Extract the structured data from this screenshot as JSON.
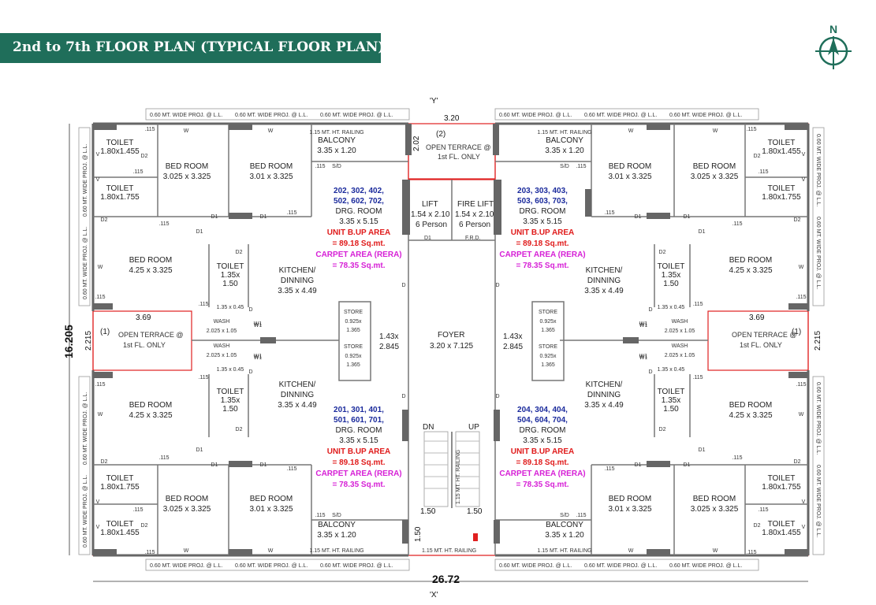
{
  "title": "2nd to 7th FLOOR PLAN (TYPICAL FLOOR PLAN)",
  "compass_label": "N",
  "section_marks": {
    "top": "'Y'",
    "bottom": "'X'"
  },
  "overall_dims": {
    "width": "26.72",
    "height": "16.205",
    "terrace_side": "2.215",
    "terrace_top_width": "3.20",
    "terrace_top_height": "2.02"
  },
  "projection_label": "0.60 MT. WIDE PROJ. @ L.L.",
  "railing_label": "1.15 MT. HT. RAILING",
  "staircase": {
    "dn": "DN",
    "up": "UP",
    "railing": "1.15 MT. HT. RAILING",
    "dim_left": "1.50",
    "dim_right": "1.50",
    "dim_vertical": "1.50"
  },
  "rooms": {
    "open_terrace_top": {
      "num": "(2)",
      "name": "OPEN TERRACE @",
      "sub": "1st FL. ONLY"
    },
    "open_terrace_left": {
      "num": "(1)",
      "name": "OPEN TERRACE @",
      "sub": "1st FL. ONLY",
      "dim": "3.69"
    },
    "open_terrace_right": {
      "num": "(1)",
      "name": "OPEN TERRACE @",
      "sub": "1st FL. ONLY",
      "dim": "3.69"
    },
    "lift": {
      "name": "LIFT",
      "size": "1.54 x 2.10",
      "cap": "6 Person",
      "door": "D1"
    },
    "fire_lift": {
      "name": "FIRE LIFT",
      "size": "1.54 x 2.10",
      "cap": "6 Person",
      "door": "F.R.D."
    },
    "foyer": {
      "name": "FOYER",
      "size": "3.20 x 7.125"
    },
    "passage_left": {
      "size1": "1.43x",
      "size2": "2.845"
    },
    "passage_right": {
      "size1": "1.43x",
      "size2": "2.845"
    }
  },
  "units": [
    {
      "pos": "top-left",
      "nums1": "202, 302, 402,",
      "nums2": "502, 602, 702,",
      "drg": "DRG. ROOM",
      "drg_size": "3.35 x 5.15",
      "bup_label": "UNIT B.UP AREA",
      "bup_value": "= 89.18 Sq.mt.",
      "carpet_label": "CARPET AREA (RERA)",
      "carpet_value": "= 78.35 Sq.mt.",
      "balcony": "BALCONY",
      "balcony_size": "3.35 x 1.20",
      "kitchen1": "KITCHEN/",
      "kitchen2": "DINNING",
      "kitchen_size": "3.35 x 4.49",
      "bed1": "BED ROOM",
      "bed1_size": "3.025 x 3.325",
      "bed2": "BED ROOM",
      "bed2_size": "3.01 x 3.325",
      "bed3": "BED ROOM",
      "bed3_size": "4.25 x 3.325",
      "toilet1": "TOILET",
      "toilet1_size": "1.80x1.455",
      "toilet2": "TOILET",
      "toilet2_size": "1.80x1.755",
      "toilet3": "TOILET",
      "toilet3_size1": "1.35x",
      "toilet3_size2": "1.50",
      "wash": "WASH",
      "wash_size": "2.025 x 1.05",
      "store": "STORE",
      "store_size1": "0.925x",
      "store_size2": "1.365",
      "wash_pass": "1.35 x 0.45"
    },
    {
      "pos": "top-right",
      "nums1": "203, 303, 403,",
      "nums2": "503, 603, 703,",
      "drg": "DRG. ROOM",
      "drg_size": "3.35 x 5.15",
      "bup_label": "UNIT B.UP AREA",
      "bup_value": "= 89.18 Sq.mt.",
      "carpet_label": "CARPET AREA (RERA)",
      "carpet_value": "= 78.35 Sq.mt.",
      "balcony": "BALCONY",
      "balcony_size": "3.35 x 1.20",
      "kitchen1": "KITCHEN/",
      "kitchen2": "DINNING",
      "kitchen_size": "3.35 x 4.49",
      "bed1": "BED ROOM",
      "bed1_size": "3.025 x 3.325",
      "bed2": "BED ROOM",
      "bed2_size": "3.01 x 3.325",
      "bed3": "BED ROOM",
      "bed3_size": "4.25 x 3.325",
      "toilet1": "TOILET",
      "toilet1_size": "1.80x1.455",
      "toilet2": "TOILET",
      "toilet2_size": "1.80x1.755",
      "toilet3": "TOILET",
      "toilet3_size1": "1.35x",
      "toilet3_size2": "1.50",
      "wash": "WASH",
      "wash_size": "2.025 x 1.05",
      "store": "STORE",
      "store_size1": "0.925x",
      "store_size2": "1.365",
      "wash_pass": "1.35 x 0.45"
    },
    {
      "pos": "bottom-left",
      "nums1": "201, 301, 401,",
      "nums2": "501, 601, 701,",
      "drg": "DRG. ROOM",
      "drg_size": "3.35 x 5.15",
      "bup_label": "UNIT B.UP AREA",
      "bup_value": "= 89.18 Sq.mt.",
      "carpet_label": "CARPET AREA (RERA)",
      "carpet_value": "= 78.35 Sq.mt.",
      "balcony": "BALCONY",
      "balcony_size": "3.35 x 1.20",
      "kitchen1": "KITCHEN/",
      "kitchen2": "DINNING",
      "kitchen_size": "3.35 x 4.49",
      "bed1": "BED ROOM",
      "bed1_size": "3.025 x 3.325",
      "bed2": "BED ROOM",
      "bed2_size": "3.01 x 3.325",
      "bed3": "BED ROOM",
      "bed3_size": "4.25 x 3.325",
      "toilet1": "TOILET",
      "toilet1_size": "1.80x1.455",
      "toilet2": "TOILET",
      "toilet2_size": "1.80x1.755",
      "toilet3": "TOILET",
      "toilet3_size1": "1.35x",
      "toilet3_size2": "1.50",
      "wash": "WASH",
      "wash_size": "2.025 x 1.05",
      "store": "STORE",
      "store_size1": "0.925x",
      "store_size2": "1.365",
      "wash_pass": "1.35 x 0.45"
    },
    {
      "pos": "bottom-right",
      "nums1": "204, 304, 404,",
      "nums2": "504, 604, 704,",
      "drg": "DRG. ROOM",
      "drg_size": "3.35 x 5.15",
      "bup_label": "UNIT B.UP AREA",
      "bup_value": "= 89.18 Sq.mt.",
      "carpet_label": "CARPET AREA (RERA)",
      "carpet_value": "= 78.35 Sq.mt.",
      "balcony": "BALCONY",
      "balcony_size": "3.35 x 1.20",
      "kitchen1": "KITCHEN/",
      "kitchen2": "DINNING",
      "kitchen_size": "3.35 x 4.49",
      "bed1": "BED ROOM",
      "bed1_size": "3.025 x 3.325",
      "bed2": "BED ROOM",
      "bed2_size": "3.01 x 3.325",
      "bed3": "BED ROOM",
      "bed3_size": "4.25 x 3.325",
      "toilet1": "TOILET",
      "toilet1_size": "1.80x1.455",
      "toilet2": "TOILET",
      "toilet2_size": "1.80x1.755",
      "toilet3": "TOILET",
      "toilet3_size1": "1.35x",
      "toilet3_size2": "1.50",
      "wash": "WASH",
      "wash_size": "2.025 x 1.05",
      "store": "STORE",
      "store_size1": "0.925x",
      "store_size2": "1.365",
      "wash_pass": "1.35 x 0.45"
    }
  ],
  "door_labels": {
    "d1": "D1",
    "d2": "D2",
    "w": "W",
    "w1": "W1",
    "v": "V",
    "d": "D",
    "sd": "S/D",
    "p115": ".115"
  },
  "colors": {
    "banner": "#1f6e5a",
    "compass": "#1f6e5a",
    "outline": "#e02020",
    "unit_numbers": "#1a2a9c",
    "bup": "#e01b1b",
    "carpet": "#d61fd6"
  }
}
